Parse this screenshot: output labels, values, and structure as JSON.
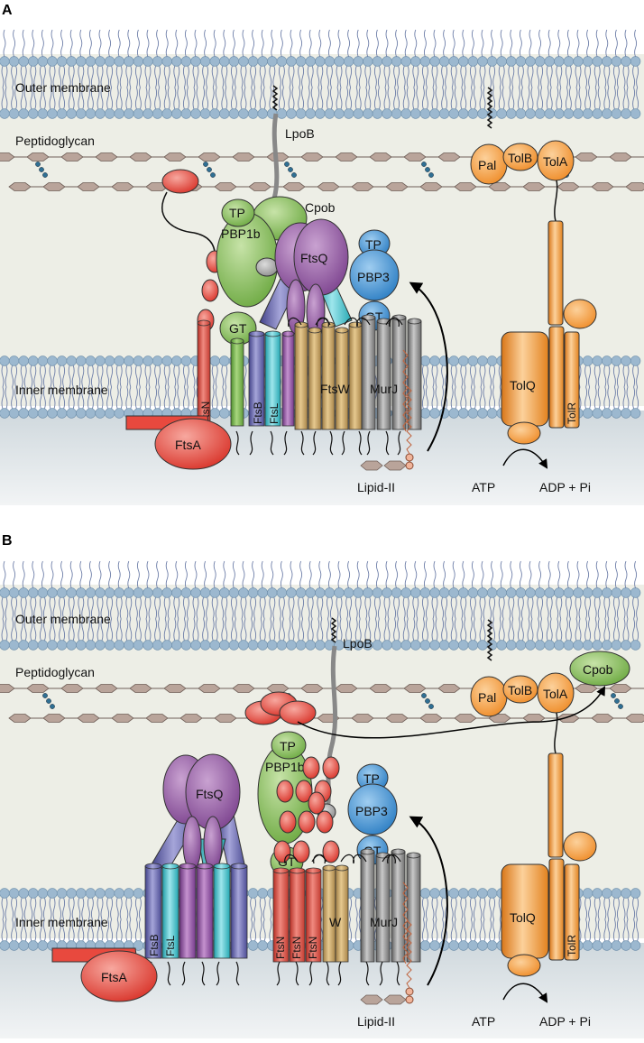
{
  "panels": [
    {
      "letter": "A",
      "outer_membrane": "Outer membrane",
      "peptidoglycan": "Peptidoglycan",
      "inner_membrane": "Inner membrane",
      "LpoB": "LpoB",
      "Cpob": "Cpob",
      "TP": "TP",
      "PBP1b": "PBP1b",
      "GT": "GT",
      "FtsQ": "FtsQ",
      "TP3": "TP",
      "PBP3": "PBP3",
      "GT3": "GT",
      "FtsN": "FtsN",
      "FtsB": "FtsB",
      "FtsL": "FtsL",
      "FtsW": "FtsW",
      "MurJ": "MurJ",
      "FtsA": "FtsA",
      "LipidII": "Lipid-II",
      "Pal": "Pal",
      "TolB": "TolB",
      "TolA": "TolA",
      "TolQ": "TolQ",
      "TolR": "TolR",
      "ATP": "ATP",
      "ADP": "ADP + Pi"
    },
    {
      "letter": "B",
      "outer_membrane": "Outer membrane",
      "peptidoglycan": "Peptidoglycan",
      "inner_membrane": "Inner membrane",
      "LpoB": "LpoB",
      "Cpob": "Cpob",
      "TP": "TP",
      "PBP1b": "PBP1b",
      "GT": "GT",
      "FtsQ": "FtsQ",
      "TP3": "TP",
      "PBP3": "PBP3",
      "GT3": "GT",
      "FtsN": "FtsN",
      "FtsB": "FtsB",
      "FtsL": "FtsL",
      "FtsW": "W",
      "MurJ": "MurJ",
      "FtsA": "FtsA",
      "LipidII": "Lipid-II",
      "Pal": "Pal",
      "TolB": "TolB",
      "TolA": "TolA",
      "TolQ": "TolQ",
      "TolR": "TolR",
      "ATP": "ATP",
      "ADP": "ADP + Pi"
    }
  ],
  "colors": {
    "periplasm": "#edeee6",
    "cytoplasm": "#dfe4e7",
    "lipid_head": "#9cb8cf",
    "lipid_tail": "#6d7ea8",
    "peptidoglycan_hex": "#b9a49a",
    "ftsA_ftsN": "#e8493e",
    "pbp1b": "#8cc063",
    "ftsQ": "#9b62a8",
    "pbp3": "#4e9ad6",
    "ftsW": "#c6a36a",
    "murJ": "#8c8c8c",
    "ftsB": "#6f6fae",
    "ftsL": "#4cc5cf",
    "tol": "#f6a34a"
  }
}
